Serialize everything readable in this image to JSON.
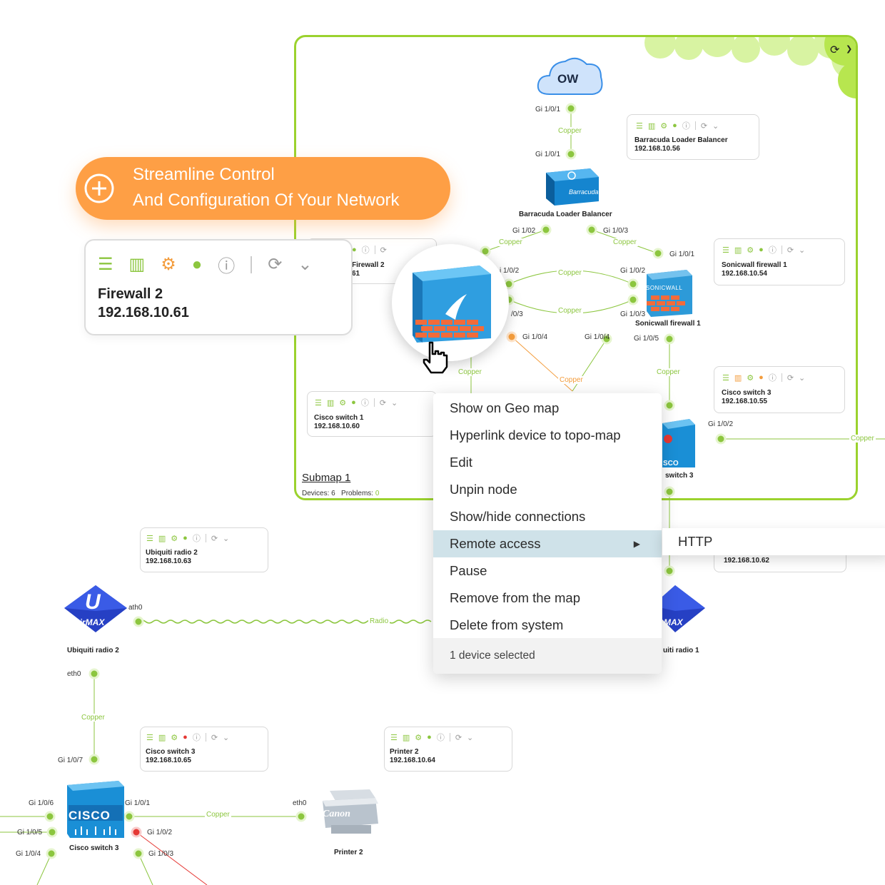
{
  "banner": {
    "line1": "Streamline Control",
    "line2": "And Configuration Of Your Network"
  },
  "focus_card": {
    "name": "Firewall 2",
    "ip": "192.168.10.61"
  },
  "submap": {
    "title": "Submap 1",
    "devices_label": "Devices: 6",
    "problems_label": "Problems:",
    "problems_value": "0"
  },
  "cloud_label": "OW",
  "devices": {
    "barracuda": {
      "name": "Barracuda Loader Balancer",
      "ip": "192.168.10.56"
    },
    "firewall2": {
      "name": "Firewall 2",
      "ip": "192.168.10.61",
      "name_partial": "Firewall 2",
      "ip_partial": "61"
    },
    "sonicwall": {
      "name": "Sonicwall firewall 1",
      "ip": "192.168.10.54",
      "logo": "SONICWALL"
    },
    "cisco_sw1": {
      "name": "Cisco switch 1",
      "ip": "192.168.10.60"
    },
    "cisco_sw3_top": {
      "name": "Cisco switch 3",
      "ip": "192.168.10.55",
      "partial_label": "switch 3",
      "logo_partial": "SCO"
    },
    "ubiquiti2": {
      "name": "Ubiquiti radio 2",
      "ip": "192.168.10.63",
      "logo_main": "U",
      "logo_sub": "airMAX"
    },
    "ubiquiti1": {
      "name_partial": "uiti radio 1",
      "ip": "192.168.10.62",
      "logo_sub": "MAX"
    },
    "cisco_sw3": {
      "name": "Cisco switch 3",
      "ip": "192.168.10.65",
      "logo": "CISCO"
    },
    "printer2": {
      "name": "Printer 2",
      "ip": "192.168.10.64",
      "logo": "Canon"
    }
  },
  "ports": {
    "p1": "Gi 1/0/1",
    "p2": "Gi 1/0/1",
    "p3": "Gi 1/02",
    "p4": "Gi 1/0/3",
    "p5": "Gi 1/0/1",
    "p6": "i 1/0/2",
    "p7": "Gi 1/0/2",
    "p8": "/0/3",
    "p9": "Gi 1/0/3",
    "p10": "Gi 1/0/4",
    "p11": "Gi 1/0/4",
    "p12": "Gi 1/0/5",
    "p13": "Gi 1/0/2",
    "p14": "ath0",
    "p15": "eth0",
    "p16": "Gi 1/0/7",
    "p17": "Gi 1/0/6",
    "p18": "Gi 1/0/5",
    "p19": "Gi 1/0/4",
    "p20": "Gi 1/0/1",
    "p21": "Gi 1/0/2",
    "p22": "Gi 1/0/3",
    "p23": "eth0"
  },
  "links": {
    "copper": "Copper",
    "radio": "Radio"
  },
  "context_menu": {
    "items": [
      "Show on Geo map",
      "Hyperlink device to topo-map",
      "Edit",
      "Unpin node",
      "Show/hide connections",
      "Remote access",
      "Pause",
      "Remove from the map",
      "Delete from system"
    ],
    "active_index": 5,
    "footer": "1 device selected",
    "submenu_item": "HTTP"
  },
  "colors": {
    "accent_green": "#8cc63f",
    "submap_border": "#9bd22e",
    "banner_orange": "#fe9f45",
    "link_orange": "#f39c3c",
    "alert_red": "#e53935",
    "menu_active": "#cfe2e9"
  },
  "icons": [
    "list-icon",
    "dashboard-icon",
    "settings-hand-icon",
    "user-icon",
    "info-icon",
    "refresh-icon",
    "chevron-down-icon",
    "plus-circle-icon",
    "cursor-hand-icon"
  ]
}
